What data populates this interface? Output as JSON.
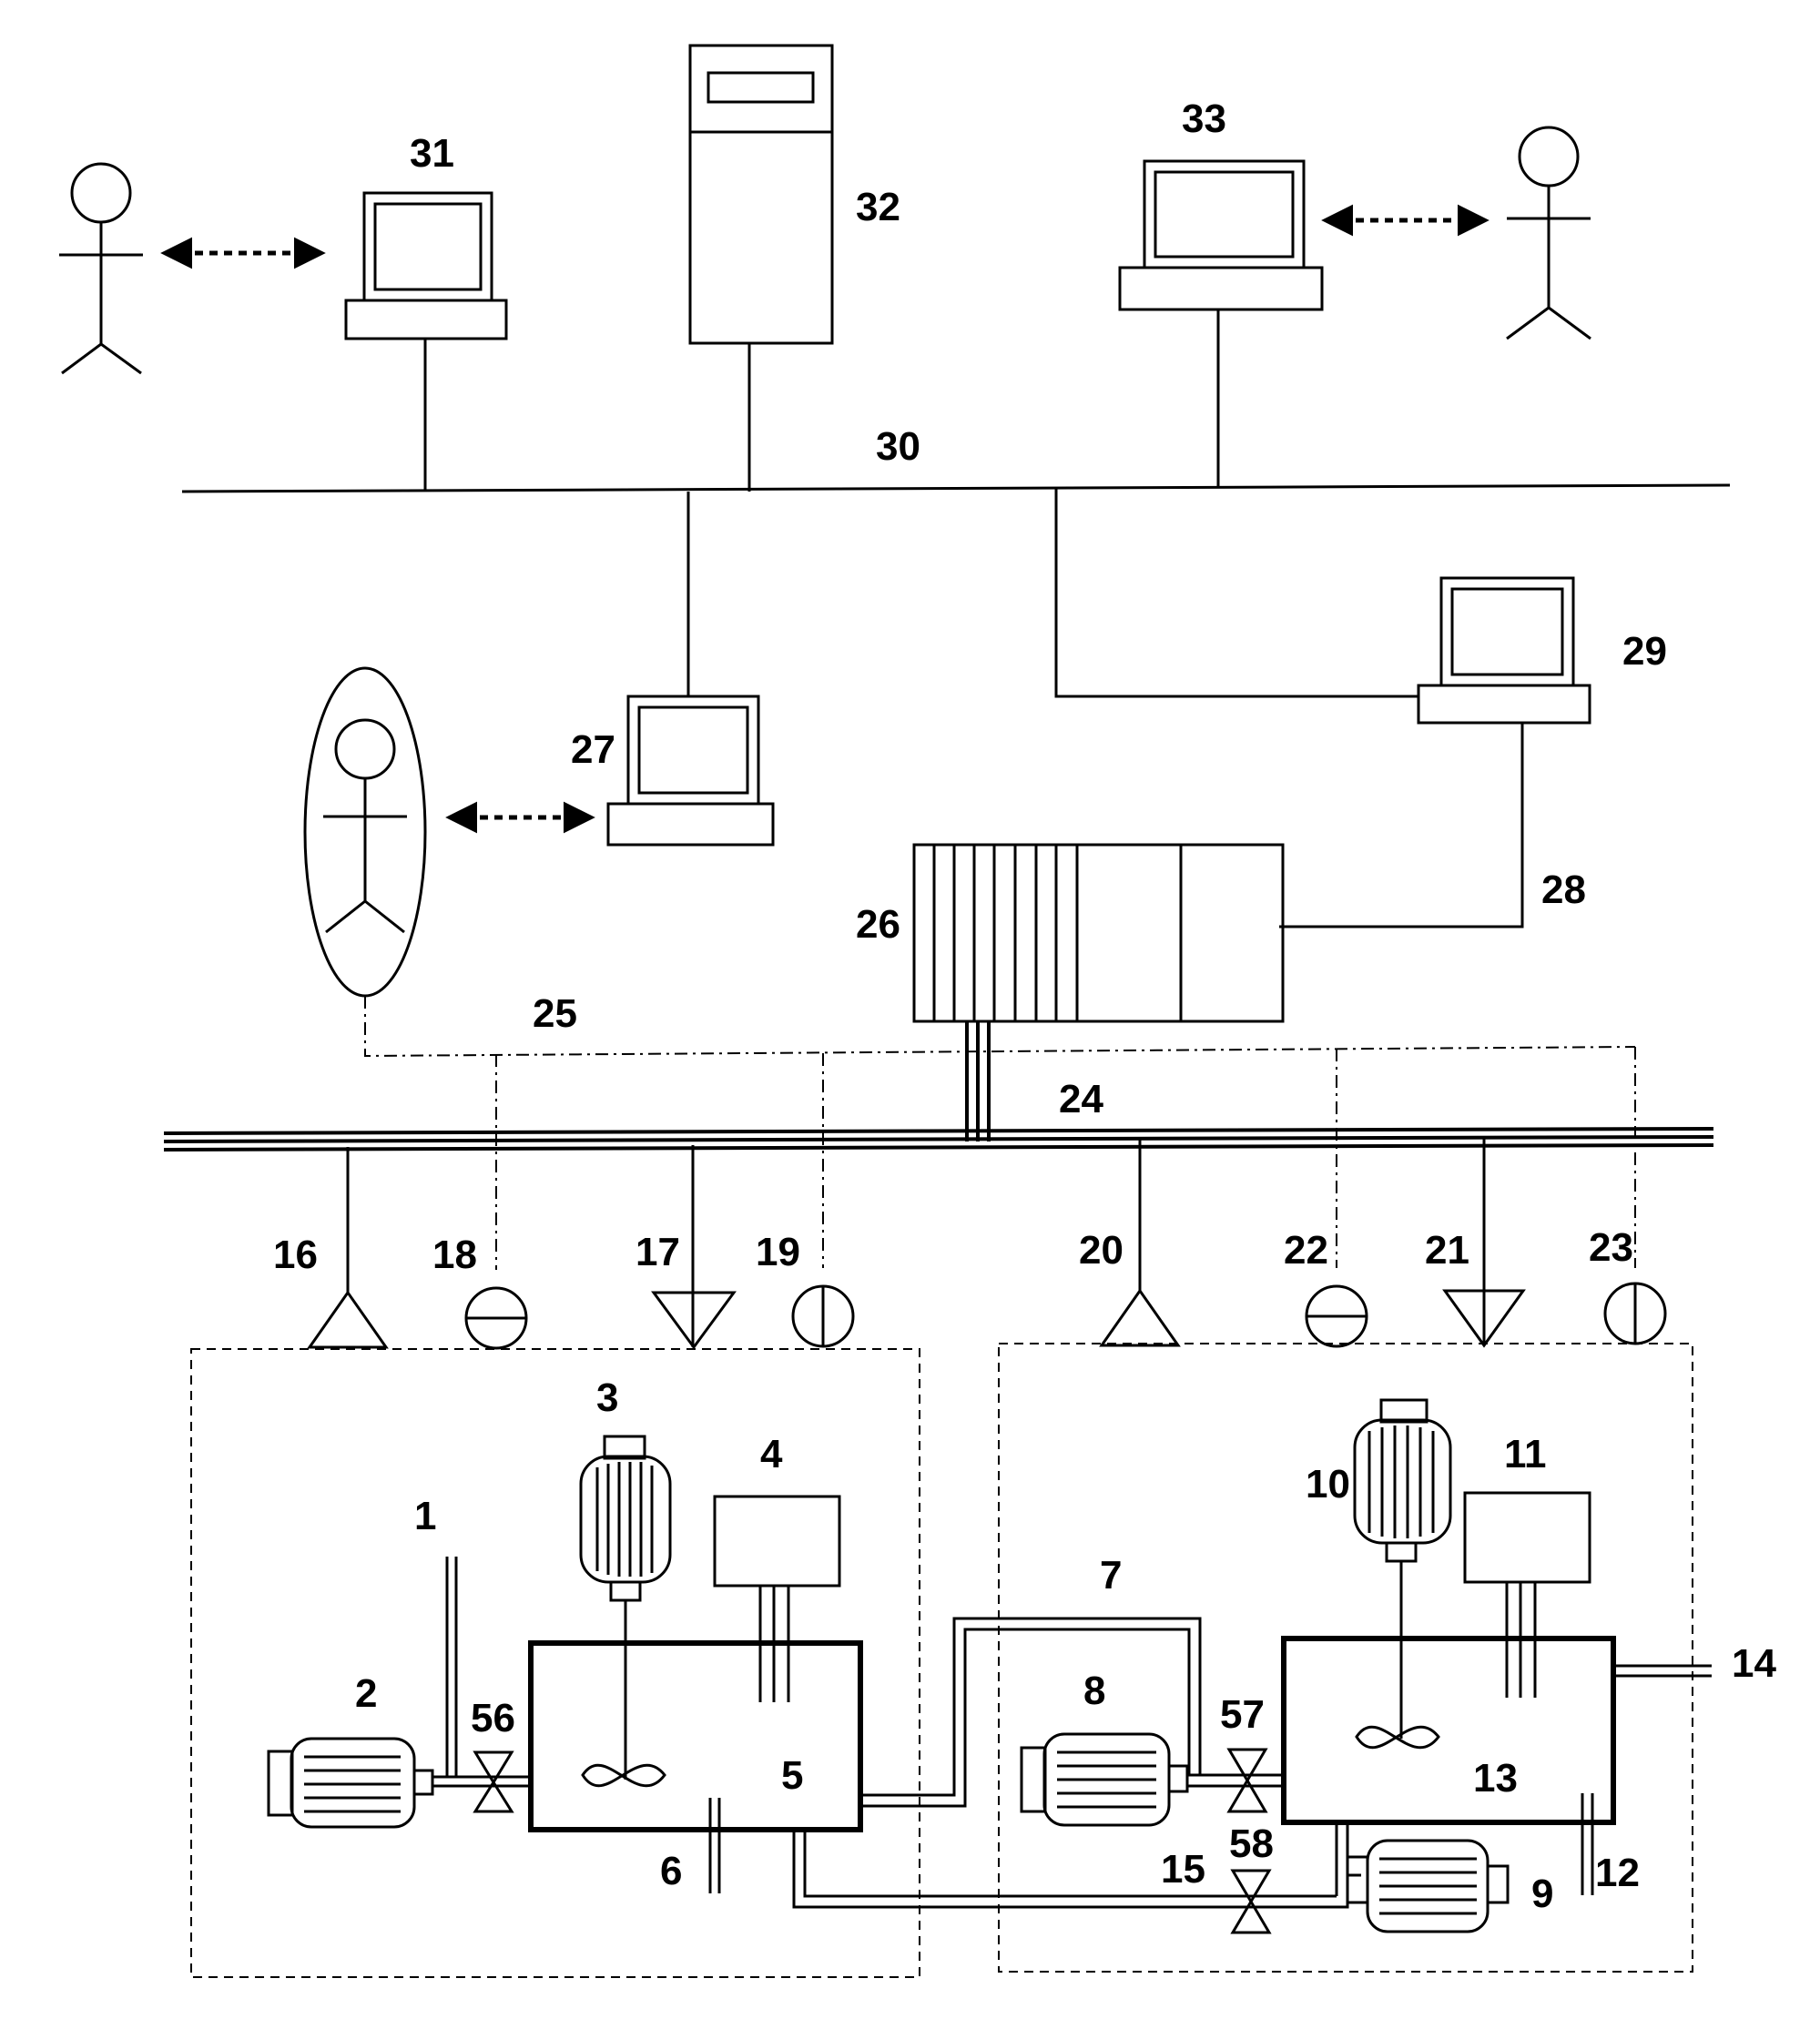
{
  "labels": {
    "l1": "1",
    "l2": "2",
    "l3": "3",
    "l4": "4",
    "l5": "5",
    "l6": "6",
    "l7": "7",
    "l8": "8",
    "l9": "9",
    "l10": "10",
    "l11": "11",
    "l12": "12",
    "l13": "13",
    "l14": "14",
    "l15": "15",
    "l16": "16",
    "l17": "17",
    "l18": "18",
    "l19": "19",
    "l20": "20",
    "l21": "21",
    "l22": "22",
    "l23": "23",
    "l24": "24",
    "l25": "25",
    "l26": "26",
    "l27": "27",
    "l28": "28",
    "l29": "29",
    "l30": "30",
    "l31": "31",
    "l32": "32",
    "l33": "33",
    "l56": "56",
    "l57": "57",
    "l58": "58"
  }
}
